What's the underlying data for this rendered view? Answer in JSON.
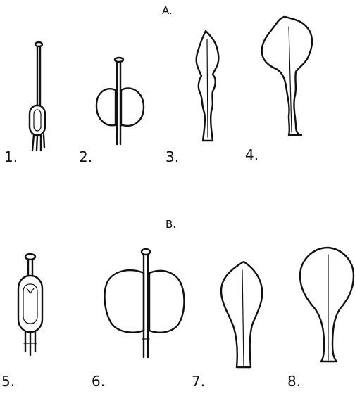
{
  "sections": [
    {
      "id": "A",
      "label": "A."
    },
    {
      "id": "B",
      "label": "B."
    }
  ],
  "figures": [
    {
      "number": "1.",
      "section": "A"
    },
    {
      "number": "2.",
      "section": "A"
    },
    {
      "number": "3.",
      "section": "A"
    },
    {
      "number": "4.",
      "section": "A"
    },
    {
      "number": "5.",
      "section": "B"
    },
    {
      "number": "6.",
      "section": "B"
    },
    {
      "number": "7.",
      "section": "B"
    },
    {
      "number": "8.",
      "section": "B"
    }
  ],
  "colors": {
    "ink": "#111111",
    "paper": "#ffffff"
  }
}
